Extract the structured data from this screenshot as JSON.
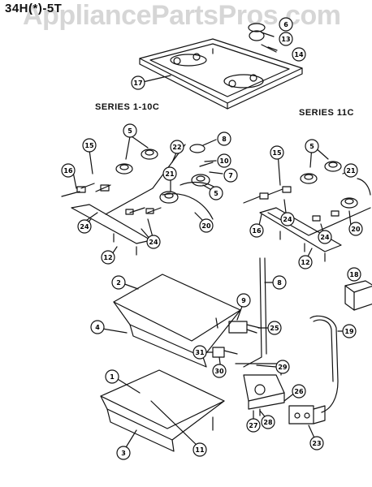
{
  "header": {
    "model": "34H(*)-5T",
    "watermark": "AppliancePartsPros.com"
  },
  "series": {
    "left": "SERIES 1-10C",
    "right": "SERIES 11C"
  },
  "callouts": [
    {
      "id": "c6",
      "label": "6"
    },
    {
      "id": "c13",
      "label": "13"
    },
    {
      "id": "c14",
      "label": "14"
    },
    {
      "id": "c17",
      "label": "17"
    },
    {
      "id": "c5a",
      "label": "5"
    },
    {
      "id": "c15a",
      "label": "15"
    },
    {
      "id": "c22",
      "label": "22"
    },
    {
      "id": "c8a",
      "label": "8"
    },
    {
      "id": "c10",
      "label": "10"
    },
    {
      "id": "c7",
      "label": "7"
    },
    {
      "id": "c16a",
      "label": "16"
    },
    {
      "id": "c21a",
      "label": "21"
    },
    {
      "id": "c5b",
      "label": "5"
    },
    {
      "id": "c24a",
      "label": "24"
    },
    {
      "id": "c20a",
      "label": "20"
    },
    {
      "id": "c24b",
      "label": "24"
    },
    {
      "id": "c12a",
      "label": "12"
    },
    {
      "id": "c15b",
      "label": "15"
    },
    {
      "id": "c5c",
      "label": "5"
    },
    {
      "id": "c21b",
      "label": "21"
    },
    {
      "id": "c24c",
      "label": "24"
    },
    {
      "id": "c16b",
      "label": "16"
    },
    {
      "id": "c24d",
      "label": "24"
    },
    {
      "id": "c20b",
      "label": "20"
    },
    {
      "id": "c12b",
      "label": "12"
    },
    {
      "id": "c18",
      "label": "18"
    },
    {
      "id": "c2",
      "label": "2"
    },
    {
      "id": "c8b",
      "label": "8"
    },
    {
      "id": "c9",
      "label": "9"
    },
    {
      "id": "c4",
      "label": "4"
    },
    {
      "id": "c25",
      "label": "25"
    },
    {
      "id": "c19",
      "label": "19"
    },
    {
      "id": "c31",
      "label": "31"
    },
    {
      "id": "c30",
      "label": "30"
    },
    {
      "id": "c29",
      "label": "29"
    },
    {
      "id": "c1",
      "label": "1"
    },
    {
      "id": "c26",
      "label": "26"
    },
    {
      "id": "c28",
      "label": "28"
    },
    {
      "id": "c27",
      "label": "27"
    },
    {
      "id": "c23",
      "label": "23"
    },
    {
      "id": "c11",
      "label": "11"
    },
    {
      "id": "c3",
      "label": "3"
    }
  ]
}
